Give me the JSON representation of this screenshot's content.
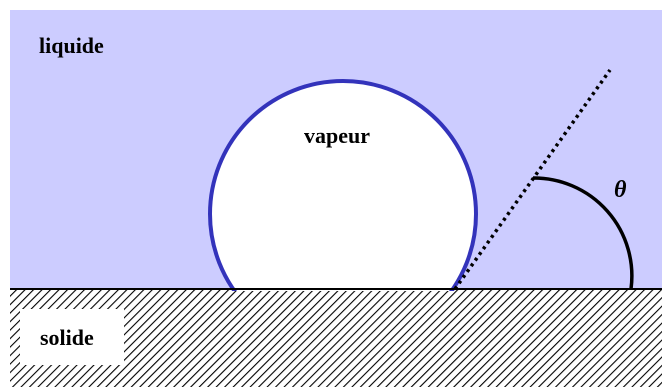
{
  "labels": {
    "liquid": "liquide",
    "vapor": "vapeur",
    "solid": "solide",
    "angle": "θ"
  },
  "colors": {
    "liquid": "#ccccff",
    "bubble_fill": "#ffffff",
    "bubble_stroke": "#3333bb",
    "solid_hatch": "#000000",
    "solid_background": "#ffffff",
    "line": "#000000"
  },
  "contact_angle_deg": 52
}
